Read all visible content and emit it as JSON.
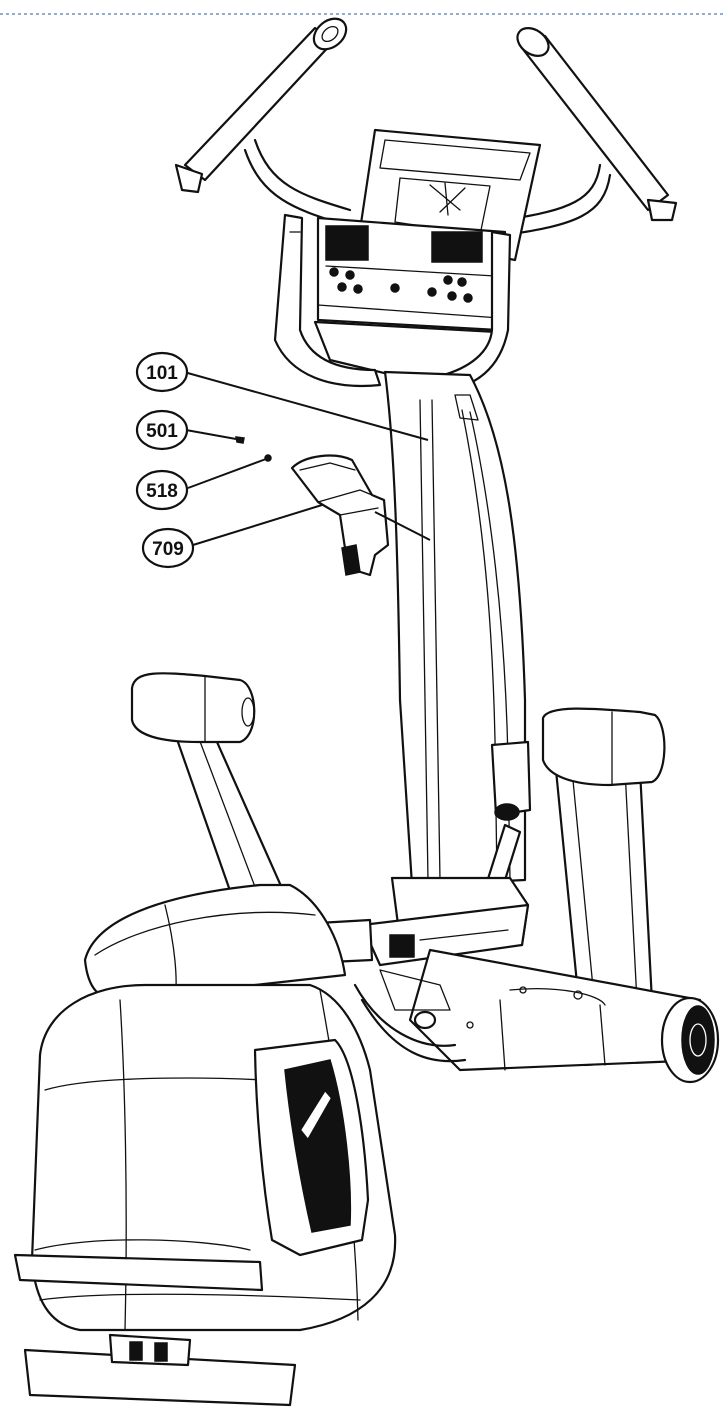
{
  "callouts": [
    {
      "id": "c101",
      "label": "101"
    },
    {
      "id": "c501",
      "label": "501"
    },
    {
      "id": "c518",
      "label": "518"
    },
    {
      "id": "c709",
      "label": "709"
    }
  ],
  "colors": {
    "line": "#111111",
    "background": "#ffffff",
    "top_border": "#6d8fc7"
  }
}
